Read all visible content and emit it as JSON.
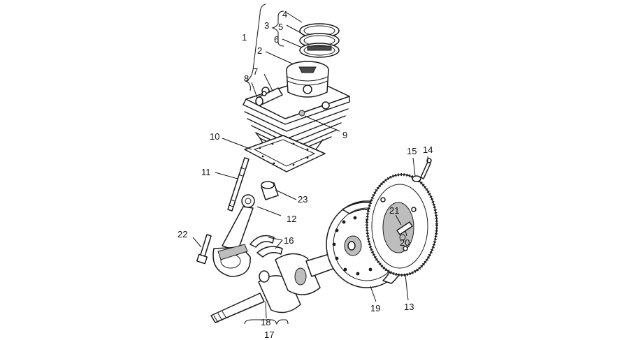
{
  "callouts": [
    {
      "id": "c1",
      "label": "1"
    },
    {
      "id": "c2",
      "label": "2"
    },
    {
      "id": "c3",
      "label": "3"
    },
    {
      "id": "c4",
      "label": "4"
    },
    {
      "id": "c5",
      "label": "5"
    },
    {
      "id": "c6",
      "label": "6"
    },
    {
      "id": "c7",
      "label": "7"
    },
    {
      "id": "c8",
      "label": "8"
    },
    {
      "id": "c9",
      "label": "9"
    },
    {
      "id": "c10",
      "label": "10"
    },
    {
      "id": "c11",
      "label": "11"
    },
    {
      "id": "c12",
      "label": "12"
    },
    {
      "id": "c13",
      "label": "13"
    },
    {
      "id": "c14",
      "label": "14"
    },
    {
      "id": "c15",
      "label": "15"
    },
    {
      "id": "c16",
      "label": "16"
    },
    {
      "id": "c17",
      "label": "17"
    },
    {
      "id": "c18",
      "label": "18"
    },
    {
      "id": "c19",
      "label": "19"
    },
    {
      "id": "c20",
      "label": "20"
    },
    {
      "id": "c21",
      "label": "21"
    },
    {
      "id": "c22",
      "label": "22"
    },
    {
      "id": "c23",
      "label": "23"
    }
  ]
}
